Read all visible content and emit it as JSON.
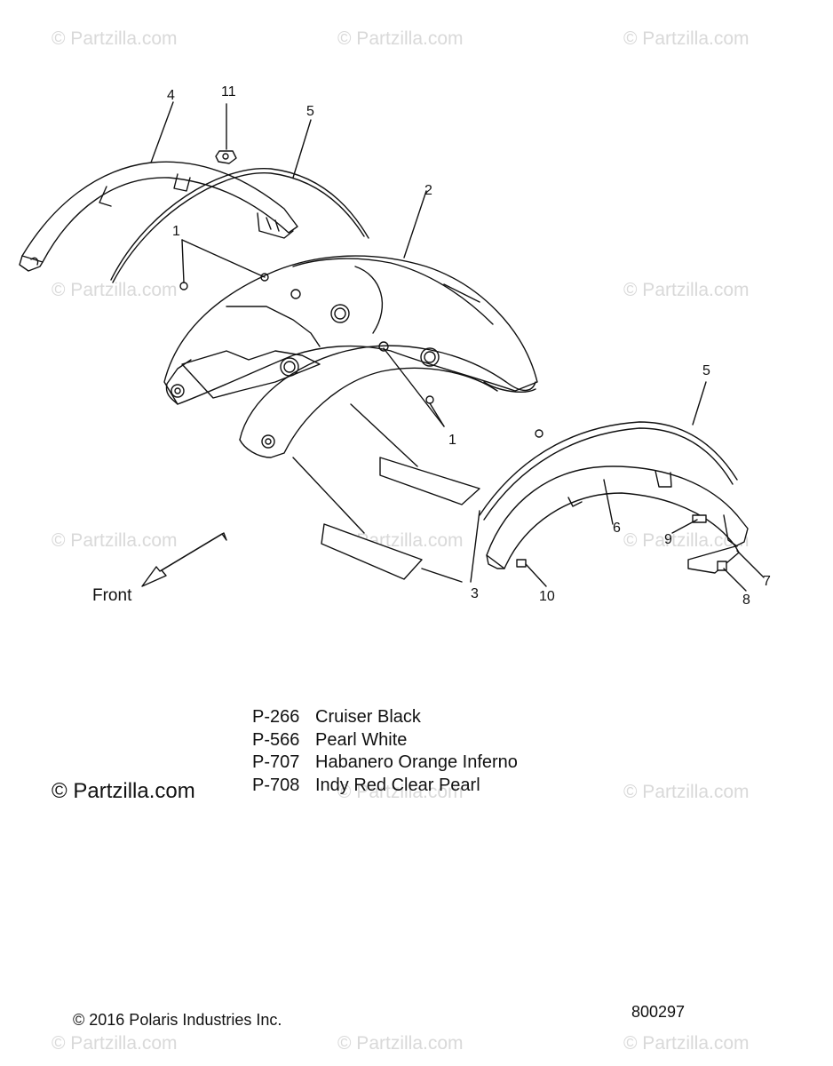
{
  "watermark": "© Partzilla.com",
  "callouts": {
    "c1a": "1",
    "c1b": "1",
    "c2": "2",
    "c3": "3",
    "c4": "4",
    "c5a": "5",
    "c5b": "5",
    "c6": "6",
    "c7": "7",
    "c8": "8",
    "c9": "9",
    "c10": "10",
    "c11": "11"
  },
  "front_label": "Front",
  "legend": [
    {
      "code": "P-266",
      "color": "Cruiser Black"
    },
    {
      "code": "P-566",
      "color": "Pearl White"
    },
    {
      "code": "P-707",
      "color": "Habanero Orange Inferno"
    },
    {
      "code": "P-708",
      "color": "Indy Red Clear Pearl"
    }
  ],
  "copyright_partzilla": "© Partzilla.com",
  "copyright_polaris": "© 2016 Polaris Industries Inc.",
  "diagram_number": "800297"
}
